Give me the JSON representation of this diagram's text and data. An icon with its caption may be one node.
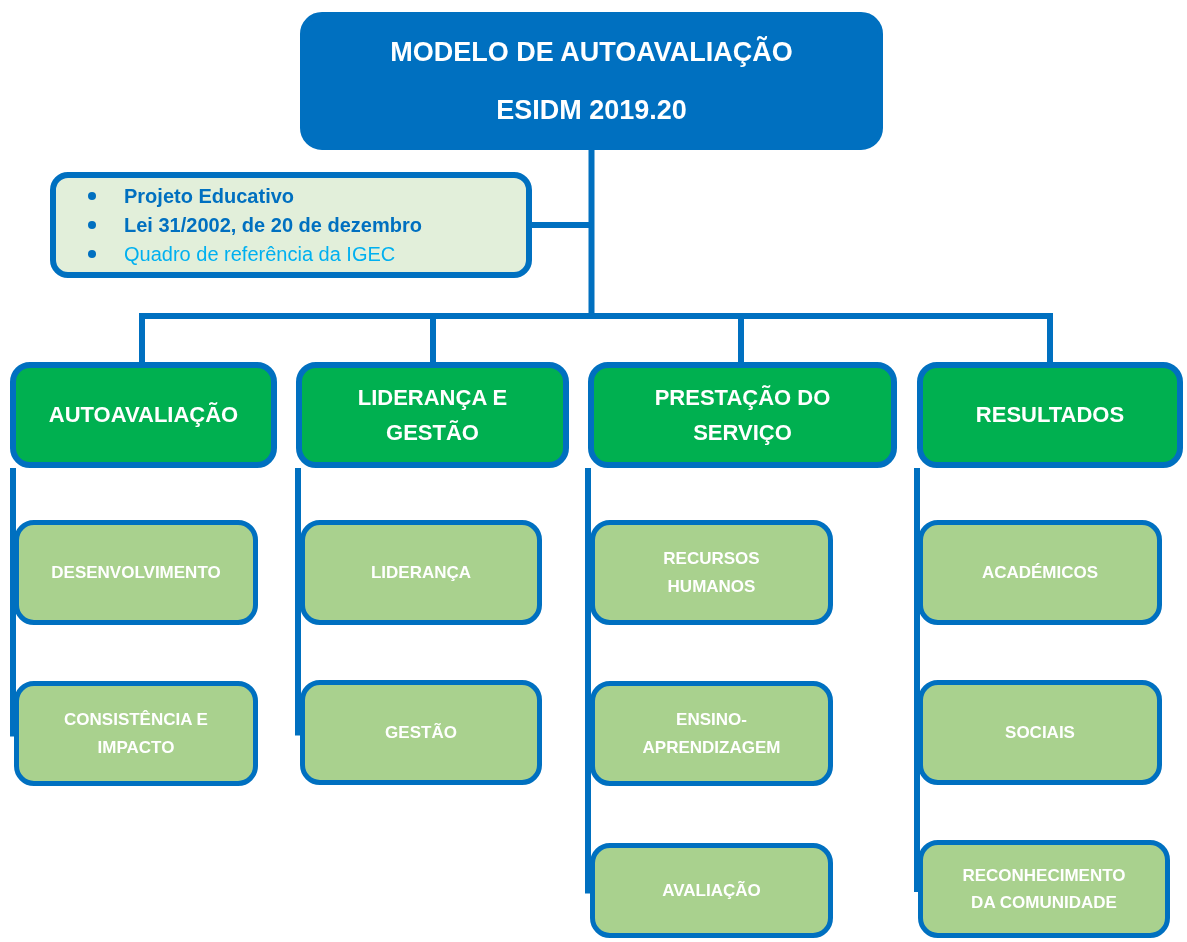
{
  "diagram": {
    "nodes": [
      {
        "text": [
          "MODELO DE AUTOAVALIAÇÃO",
          "ESIDM 2019.20"
        ]
      },
      {
        "text": [
          "Projeto Educativo",
          "Lei 31/2002, de 20 de dezembro",
          "Quadro de referência da IGEC"
        ]
      },
      {
        "text": [
          "AUTOAVALIAÇÃO"
        ]
      },
      {
        "text": [
          "LIDERANÇA E GESTÃO"
        ]
      },
      {
        "text": [
          "PRESTAÇÃO DO SERVIÇO"
        ]
      },
      {
        "text": [
          "RESULTADOS"
        ]
      },
      {
        "text": [
          "DESENVOLVIMENTO"
        ]
      },
      {
        "text": [
          "CONSISTÊNCIA E IMPACTO"
        ]
      },
      {
        "text": [
          "LIDERANÇA"
        ]
      },
      {
        "text": [
          "GESTÃO"
        ]
      },
      {
        "text": [
          "RECURSOS HUMANOS"
        ]
      },
      {
        "text": [
          "ENSINO-APRENDIZAGEM"
        ]
      },
      {
        "text": [
          "AVALIAÇÃO"
        ]
      },
      {
        "text": [
          "ACADÉMICOS"
        ]
      },
      {
        "text": [
          "SOCIAIS"
        ]
      },
      {
        "text": [
          "RECONHECIMENTO DA COMUNIDADE"
        ]
      }
    ],
    "edges": [
      {
        "from": 0,
        "to": 1,
        "arrow": "none"
      },
      {
        "from": 0,
        "to": 2,
        "arrow": "none"
      },
      {
        "from": 0,
        "to": 3,
        "arrow": "none"
      },
      {
        "from": 0,
        "to": 4,
        "arrow": "none"
      },
      {
        "from": 0,
        "to": 5,
        "arrow": "none"
      },
      {
        "from": 2,
        "to": 6,
        "arrow": "none"
      },
      {
        "from": 2,
        "to": 7,
        "arrow": "none"
      },
      {
        "from": 3,
        "to": 8,
        "arrow": "none"
      },
      {
        "from": 3,
        "to": 9,
        "arrow": "none"
      },
      {
        "from": 4,
        "to": 10,
        "arrow": "none"
      },
      {
        "from": 4,
        "to": 11,
        "arrow": "none"
      },
      {
        "from": 4,
        "to": 12,
        "arrow": "none"
      },
      {
        "from": 5,
        "to": 13,
        "arrow": "none"
      },
      {
        "from": 5,
        "to": 14,
        "arrow": "none"
      },
      {
        "from": 5,
        "to": 15,
        "arrow": "none"
      }
    ]
  }
}
